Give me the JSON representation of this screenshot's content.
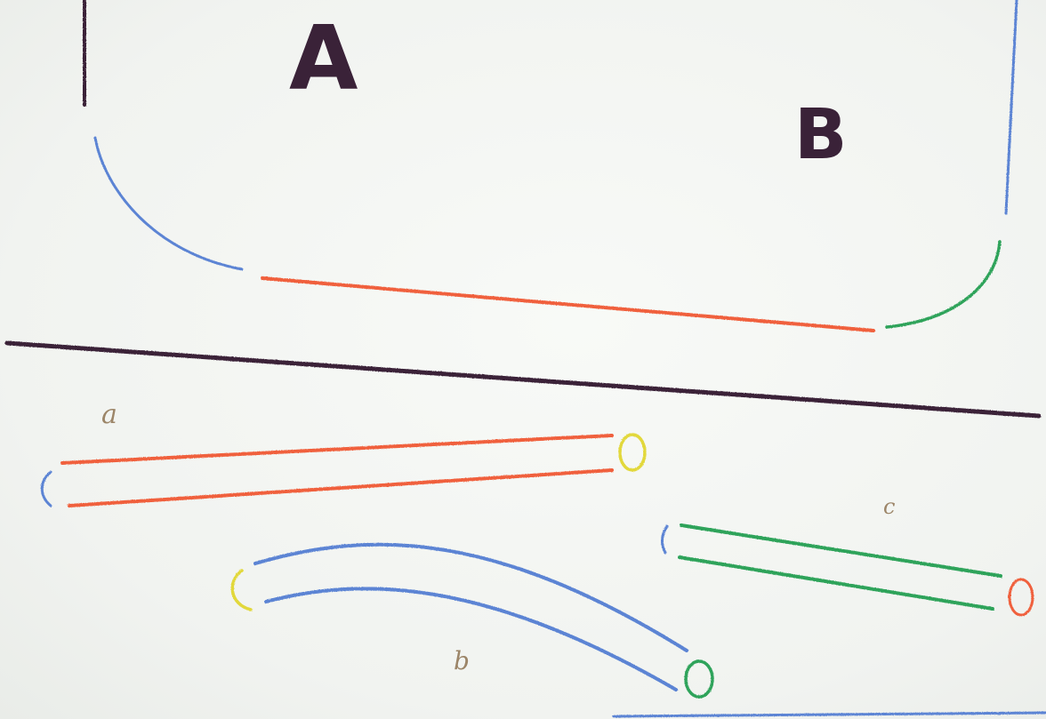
{
  "labels": {
    "region_a": "A",
    "region_b": "B",
    "piece_a": "a",
    "piece_b": "b",
    "piece_c": "c"
  },
  "colors": {
    "ink": "#3a2238",
    "blue": "#5b84d4",
    "red": "#f0603c",
    "green": "#2ea35a",
    "yellow": "#e2d83a",
    "label_tan": "#9c8568"
  }
}
